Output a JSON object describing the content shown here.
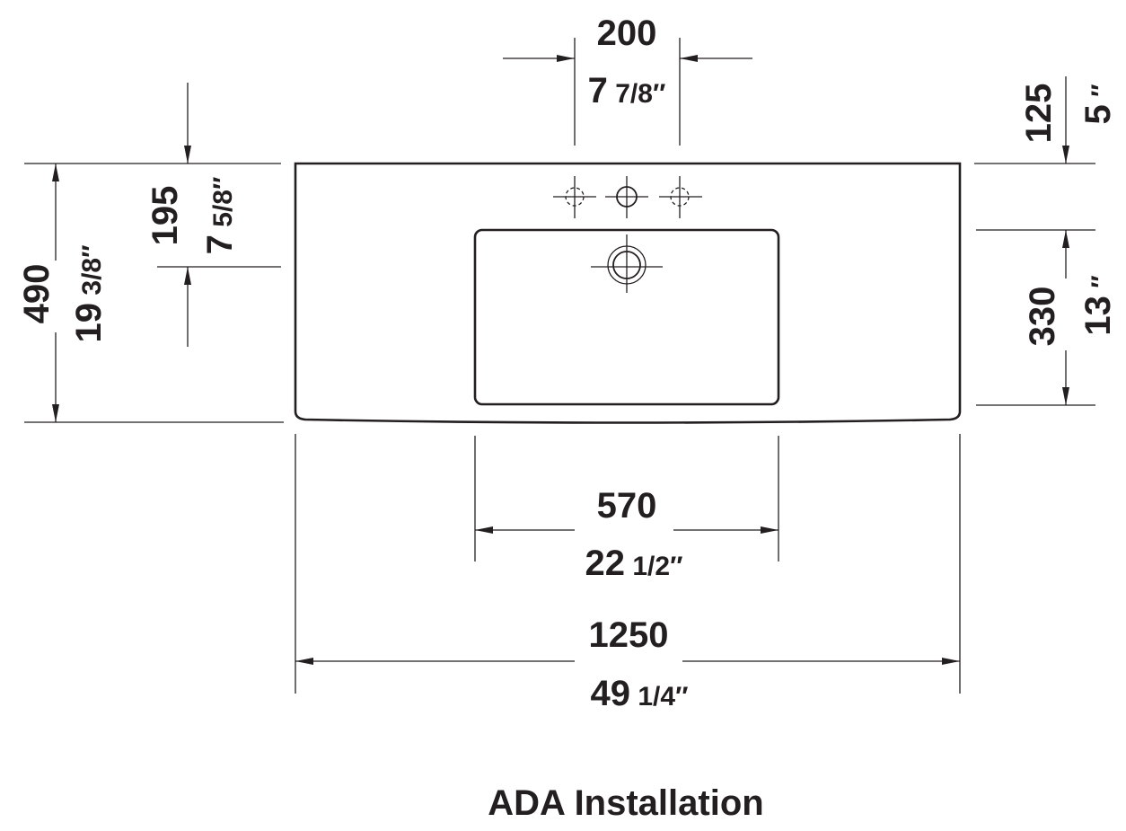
{
  "title": "ADA Installation",
  "dimensions": {
    "faucet_spacing": {
      "mm": "200",
      "in_whole": "7",
      "in_frac": " 7/8″"
    },
    "overall_depth": {
      "mm": "490",
      "in_whole": "19",
      "in_frac": " 3/8″"
    },
    "drain_from_back": {
      "mm": "195",
      "in_whole": "7",
      "in_frac": " 5/8″"
    },
    "basin_from_back": {
      "mm": "125",
      "in_whole": "5",
      "in_frac": " ″"
    },
    "basin_depth": {
      "mm": "330",
      "in_whole": "13",
      "in_frac": " ″"
    },
    "basin_width": {
      "mm": "570",
      "in_whole": "22",
      "in_frac": " 1/2″"
    },
    "overall_width": {
      "mm": "1250",
      "in_whole": "49",
      "in_frac": " 1/4″"
    }
  }
}
